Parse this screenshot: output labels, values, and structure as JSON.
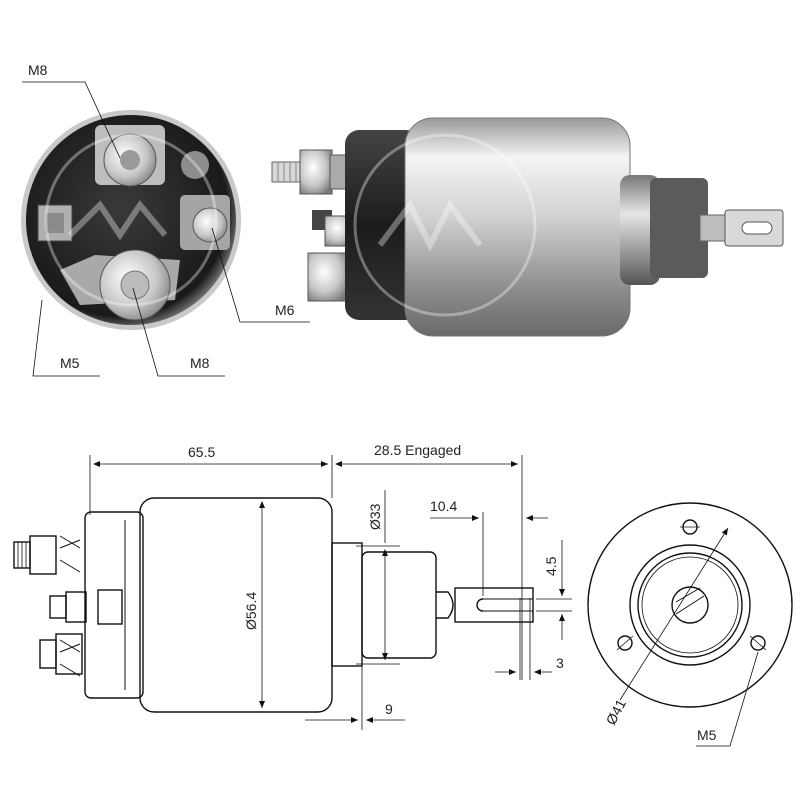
{
  "photo_end_view": {
    "callouts": {
      "top_left": "M8",
      "right": "M6",
      "bottom_left": "M5",
      "bottom_center": "M8"
    }
  },
  "drawing_side_view": {
    "body_length": "65.5",
    "stroke": "28.5 Engaged",
    "body_diameter": "Ø56.4",
    "nose_diameter": "Ø33",
    "eyelet_offset": "10.4",
    "eyelet_width": "4.5",
    "eyelet_hole": "3",
    "nose_length": "9"
  },
  "drawing_end_view": {
    "bolt_circle": "Ø41",
    "mount_thread": "M5"
  },
  "colors": {
    "ink": "#111111",
    "steel_light": "#eeeeee",
    "steel_mid": "#b8b8b8",
    "steel_dark": "#6f6f6f",
    "cap_black": "#2b2b2b"
  }
}
